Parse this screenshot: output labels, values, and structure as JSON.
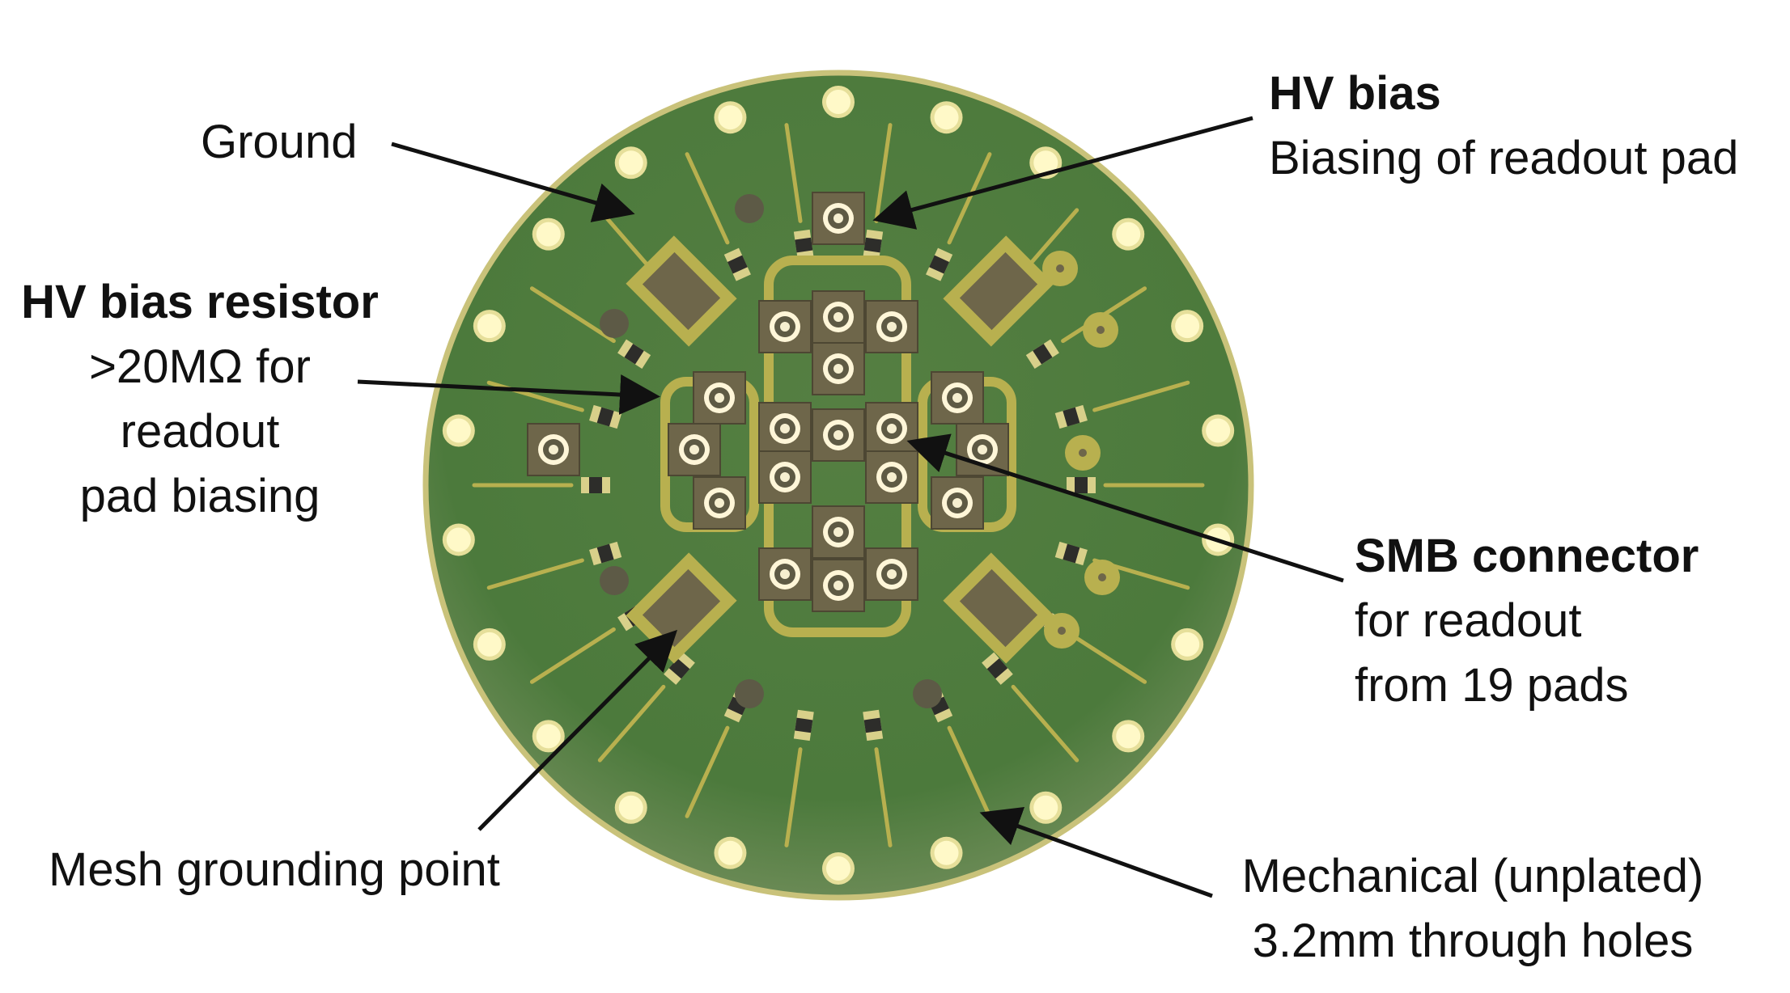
{
  "colors": {
    "board": "#4f7d3f",
    "board_edge": "#c9c27a",
    "pad_gold": "#b8b04f",
    "component": "#6e664a",
    "hole": "#fff9c8",
    "arrow": "#111111"
  },
  "callouts": {
    "ground": {
      "title": "",
      "desc": "Ground"
    },
    "hv_bias": {
      "title": "HV bias",
      "desc": "Biasing of readout pad"
    },
    "hv_resistor": {
      "title": "HV bias resistor",
      "desc": [
        ">20MΩ for",
        "readout",
        "pad biasing"
      ]
    },
    "smb": {
      "title": "SMB connector",
      "desc": [
        "for readout",
        "from 19 pads"
      ]
    },
    "mesh": {
      "title": "",
      "desc": "Mesh grounding point"
    },
    "mechanical": {
      "title": "",
      "desc": [
        "Mechanical (unplated)",
        "3.2mm through holes"
      ]
    }
  }
}
